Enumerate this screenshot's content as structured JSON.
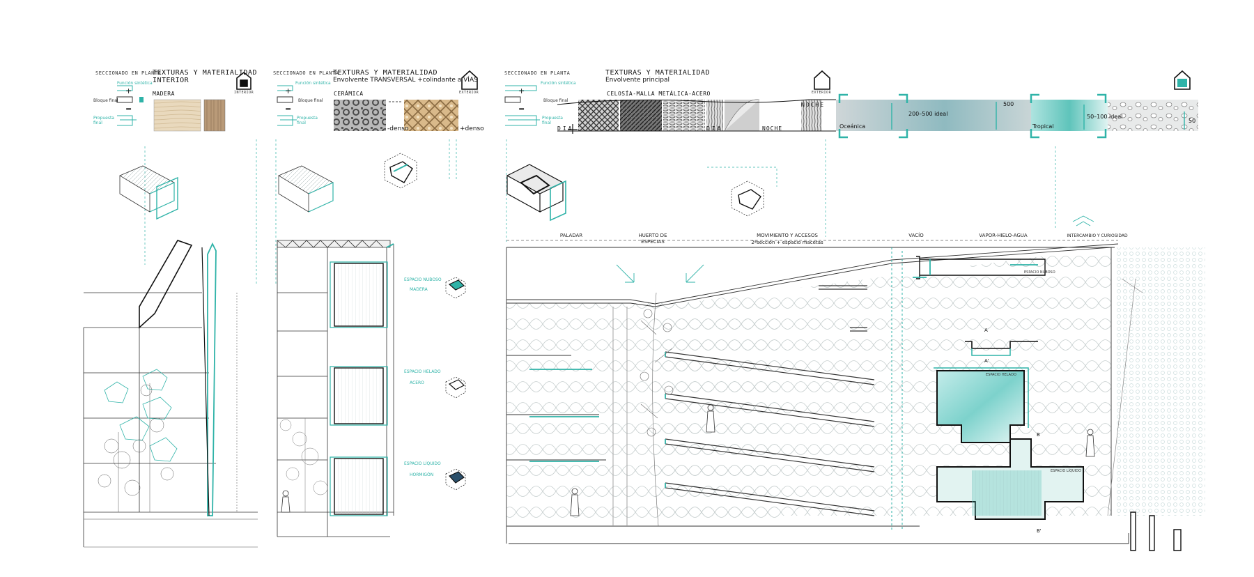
{
  "panel1": {
    "plan_label": "SECCIONADO EN PLANTA",
    "title_line1": "TEXTURAS Y MATERIALIDAD",
    "title_line2": "INTERIOR",
    "material": "MADERA",
    "icon_caption": "INTERIOR",
    "legend": [
      "Función sintética",
      "Bloque final",
      "Propuesta final"
    ],
    "plus": "+",
    "equals": "="
  },
  "panel2": {
    "plan_label": "SECCIONADO EN PLANTA",
    "title_line1": "TEXTURAS Y MATERIALIDAD",
    "title_line2": "Envolvente TRANSVERSAL +colindante a VÍAS",
    "material": "CERÁMICA",
    "icon_caption": "EXTERIOR",
    "less_dense": "-denso",
    "more_dense": "+denso",
    "legend": [
      "Función sintética",
      "Bloque final",
      "Propuesta final"
    ],
    "plus": "+",
    "equals": "="
  },
  "panel3": {
    "plan_label": "SECCIONADO EN PLANTA",
    "title_line1": "TEXTURAS Y MATERIALIDAD",
    "title_line2": "Envolvente principal",
    "material": "CELOSÍA-MALLA METÁLICA-ACERO",
    "icon_caption": "EXTERIOR",
    "dia": "DIA",
    "noche": "NOCHE",
    "dia2": "DIA",
    "noche2": "NOCHE",
    "climate1": "Oceánica",
    "climate2": "Tropical",
    "legend": [
      "Función sintética",
      "Bloque final",
      "Propuesta final"
    ],
    "plus": "+",
    "equals": "="
  },
  "zones": [
    {
      "name": "PALADAR"
    },
    {
      "name": "HUERTO DE ESPECIAS"
    },
    {
      "name": "MOVIMIENTO Y ACCESOS",
      "sub": "2ªsección + espacio macetas"
    },
    {
      "name": "VACÍO"
    },
    {
      "name": "VAPOR-HIELO-AGUA"
    },
    {
      "name": "INTERCAMBIO Y CURIOSIDAD"
    }
  ],
  "spaces": {
    "nubes": "ESPACIO NUBOSO",
    "helado": "ESPACIO HELADO",
    "liquido": "ESPACIO LÍQUIDO",
    "madera": "MADERA",
    "acero": "ACERO",
    "hormigon": "HORMIGÓN"
  },
  "cuts": {
    "a": "A",
    "a2": "A'",
    "b": "B",
    "b2": "B'"
  },
  "colors": {
    "accent": "#2fb3a8",
    "line": "#333333",
    "light": "#b8c4c4"
  }
}
